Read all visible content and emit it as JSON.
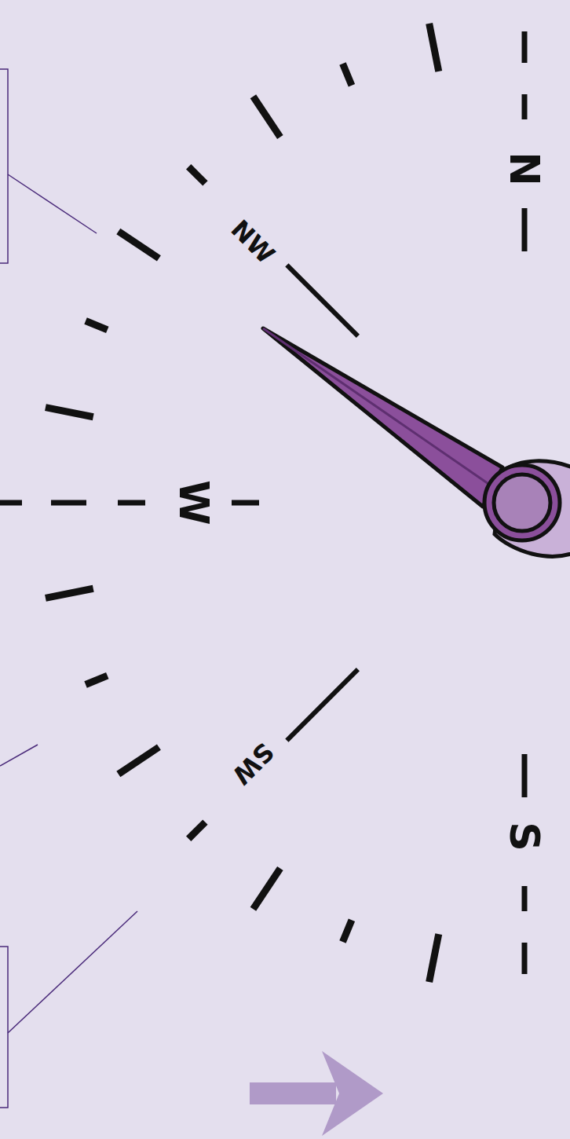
{
  "diagram": {
    "labels": [
      "N",
      "NW",
      "W",
      "SW",
      "S"
    ]
  }
}
